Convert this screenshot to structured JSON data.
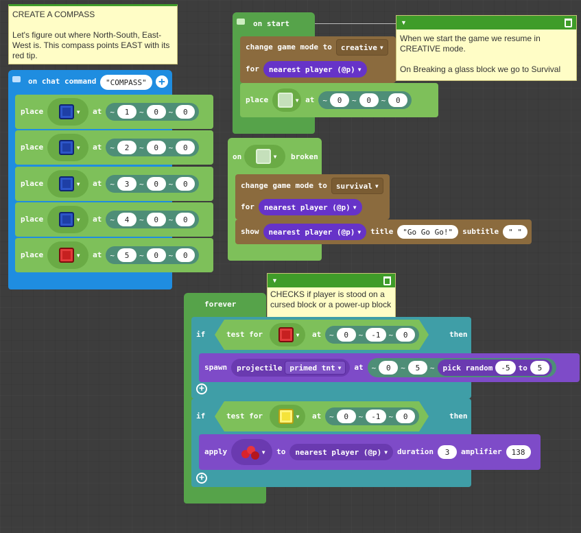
{
  "notes": {
    "compass": {
      "title": "CREATE A COMPASS",
      "text": "Let's figure out where North-South, East-West is. This compass points EAST with its red tip."
    },
    "start": {
      "line1": "When we start the game we resume in CREATIVE mode.",
      "line2": "On Breaking a glass block we go to Survival"
    },
    "forever": {
      "text": "CHECKS if player is stood on a cursed block or a power-up block"
    }
  },
  "chat": {
    "label": "on chat command",
    "command": "\"COMPASS\"",
    "place": "place",
    "at": "at",
    "tilde": "~",
    "rows": [
      {
        "x": "1",
        "y": "0",
        "z": "0",
        "block": "blue"
      },
      {
        "x": "2",
        "y": "0",
        "z": "0",
        "block": "blue"
      },
      {
        "x": "3",
        "y": "0",
        "z": "0",
        "block": "blue"
      },
      {
        "x": "4",
        "y": "0",
        "z": "0",
        "block": "blue"
      },
      {
        "x": "5",
        "y": "0",
        "z": "0",
        "block": "red"
      }
    ]
  },
  "start": {
    "label": "on start",
    "change": "change game mode to",
    "mode": "creative",
    "for": "for",
    "target": "nearest player (@p)",
    "place": "place",
    "at": "at",
    "tilde": "~",
    "x": "0",
    "y": "0",
    "z": "0"
  },
  "broken": {
    "on": "on",
    "broken": "broken",
    "change": "change game mode to",
    "mode": "survival",
    "for": "for",
    "target": "nearest player (@p)",
    "show": "show",
    "title_kw": "title",
    "title_val": "\"Go Go Go!\"",
    "subtitle_kw": "subtitle",
    "subtitle_val": "\" \""
  },
  "forever": {
    "label": "forever",
    "if": "if",
    "test": "test for",
    "at": "at",
    "then": "then",
    "tilde": "~",
    "if1": {
      "x": "0",
      "y": "-1",
      "z": "0"
    },
    "spawn": "spawn",
    "projectile": "projectile",
    "entity": "primed tnt",
    "spawn_at": "at",
    "sx": "0",
    "sy": "5",
    "pick": "pick random",
    "pmin": "-5",
    "to": "to",
    "pmax": "5",
    "if2": {
      "x": "0",
      "y": "-1",
      "z": "0"
    },
    "apply": "apply",
    "to_kw": "to",
    "target": "nearest player (@p)",
    "duration": "duration",
    "dur_val": "3",
    "amplifier": "amplifier",
    "amp_val": "138"
  },
  "colors": {
    "loops": "#1f8de0",
    "events": "#56a34a",
    "light": "#7ec05a",
    "gamemode": "#8b6b3e",
    "player": "#6633c8",
    "logic": "#3f9ea7",
    "mobs": "#7e4bc8"
  }
}
